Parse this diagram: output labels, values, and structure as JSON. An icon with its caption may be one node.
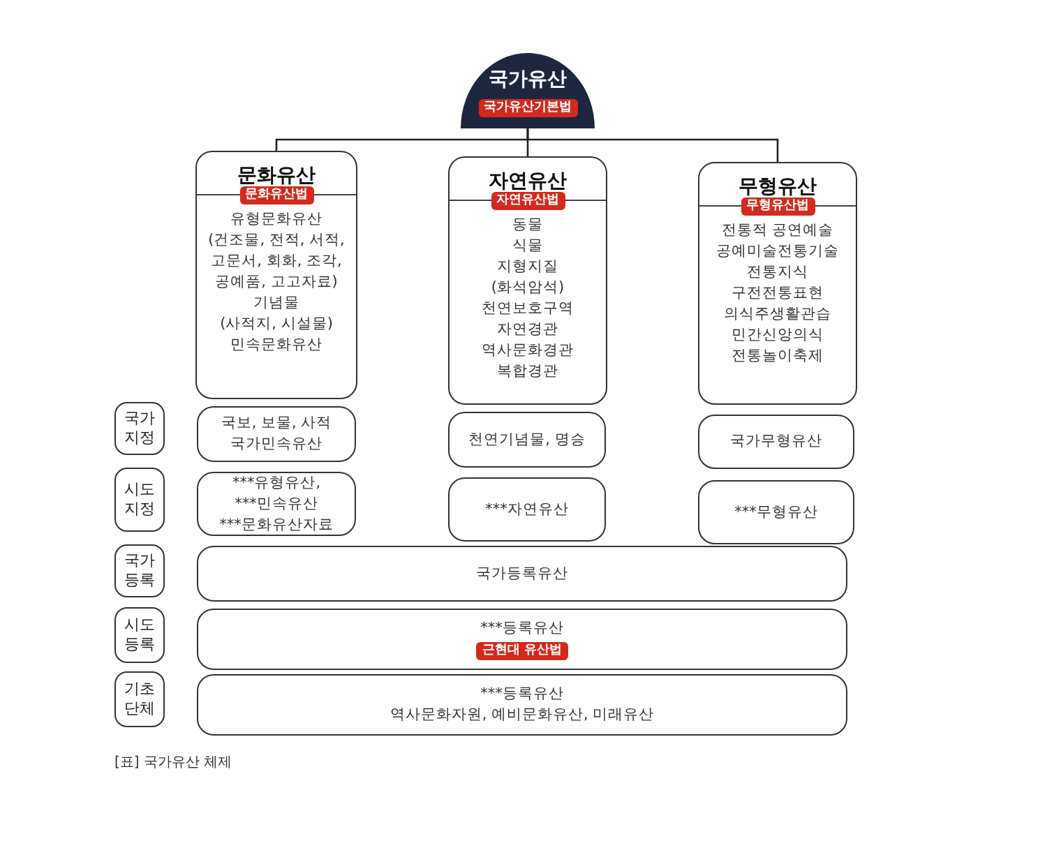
{
  "diagram": {
    "caption": "[표] 국가유산 체제",
    "nodes": [
      {
        "text": [
          "국가유산",
          "국가유산기본법"
        ]
      },
      {
        "text": [
          "문화유산",
          "문화유산법",
          "유형문화유산",
          "(건조물, 전적, 서적, 고문서, 회화, 조각, 공예품, 고고자료)",
          "기념물",
          "(사적지, 시설물)",
          "민속문화유산"
        ]
      },
      {
        "text": [
          "자연유산",
          "자연유산법",
          "동물",
          "식물",
          "지형지질",
          "(화석암석)",
          "천연보호구역",
          "자연경관",
          "역사문화경관",
          "복합경관"
        ]
      },
      {
        "text": [
          "무형유산",
          "무형유산법",
          "전통적 공연예술",
          "공예미술전통기술",
          "전통지식",
          "구전전통표현",
          "의식주생활관습",
          "민간신앙의식",
          "전통놀이축제"
        ]
      },
      {
        "text": [
          "국가 지정"
        ]
      },
      {
        "text": [
          "국보, 보물, 사적",
          "국가민속유산"
        ]
      },
      {
        "text": [
          "천연기념물, 명승"
        ]
      },
      {
        "text": [
          "국가무형유산"
        ]
      },
      {
        "text": [
          "시도 지정"
        ]
      },
      {
        "text": [
          "***유형유산,",
          "***민속유산",
          "***문화유산자료"
        ]
      },
      {
        "text": [
          "***자연유산"
        ]
      },
      {
        "text": [
          "***무형유산"
        ]
      },
      {
        "text": [
          "국가 등록"
        ]
      },
      {
        "text": [
          "국가등록유산"
        ]
      },
      {
        "text": [
          "시도 등록"
        ]
      },
      {
        "text": [
          "***등록유산",
          "근현대 유산법"
        ]
      },
      {
        "text": [
          "기초 단체"
        ]
      },
      {
        "text": [
          "***등록유산",
          "역사문화자원, 예비문화유산, 미래유산"
        ]
      }
    ],
    "edges": [
      {
        "from": 0,
        "to": 1,
        "arrow": "none"
      },
      {
        "from": 0,
        "to": 2,
        "arrow": "none"
      },
      {
        "from": 0,
        "to": 3,
        "arrow": "none"
      }
    ]
  }
}
